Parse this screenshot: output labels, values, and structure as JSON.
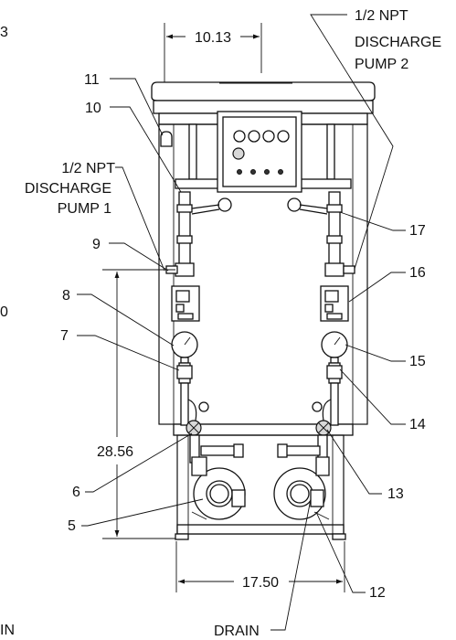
{
  "dimensions": {
    "top_width": "10.13",
    "height": "28.56",
    "bottom_width": "17.50"
  },
  "callouts": {
    "c5": "5",
    "c6": "6",
    "c7": "7",
    "c8": "8",
    "c9": "9",
    "c10": "10",
    "c11": "11",
    "c12": "12",
    "c13": "13",
    "c14": "14",
    "c15": "15",
    "c16": "16",
    "c17": "17"
  },
  "notes": {
    "discharge_pump1": [
      "1/2 NPT",
      "DISCHARGE",
      "PUMP 1"
    ],
    "discharge_pump2": [
      "1/2 NPT",
      "DISCHARGE",
      "PUMP 2"
    ],
    "drain": "DRAIN"
  },
  "edge_fragments": {
    "top_left": "3",
    "mid_left": "0",
    "bottom_left": "IN"
  }
}
